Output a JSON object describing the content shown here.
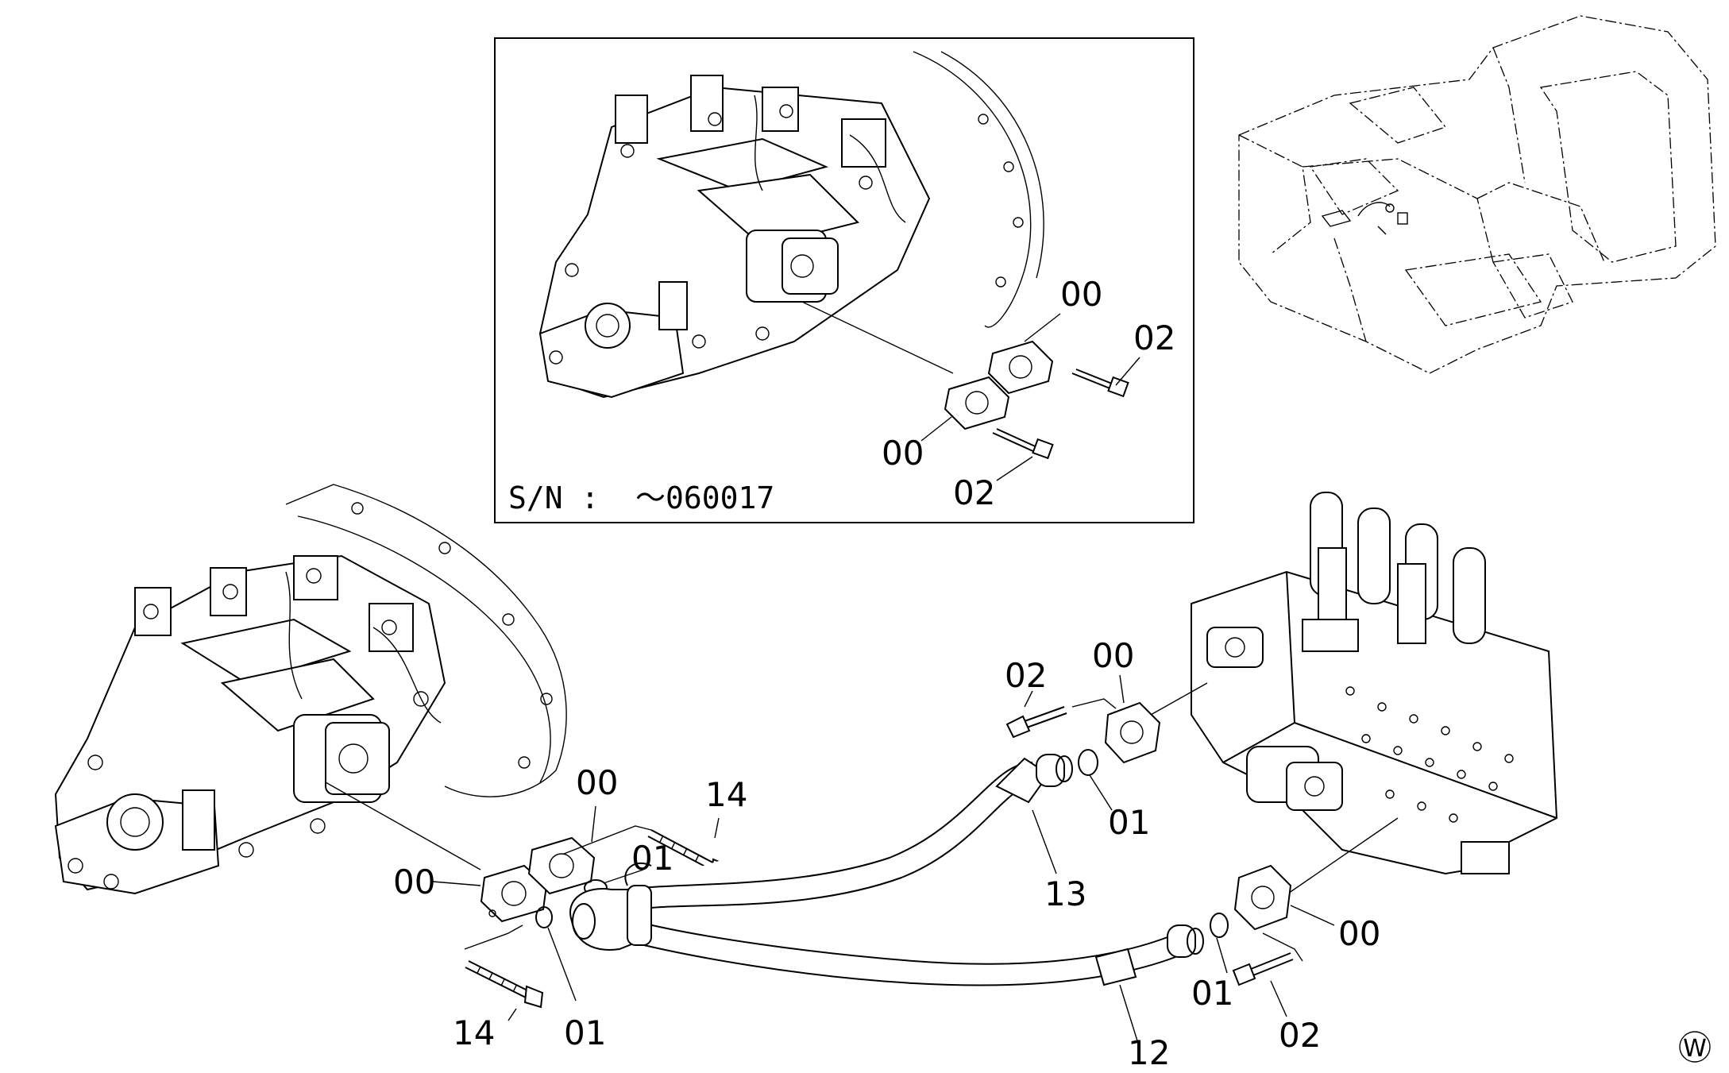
{
  "inset": {
    "serial_label": "S/N :",
    "serial_value": "～060017",
    "callouts": [
      "00",
      "02",
      "00",
      "02"
    ]
  },
  "main": {
    "callouts": [
      "00",
      "00",
      "14",
      "01",
      "01",
      "14",
      "02",
      "00",
      "01",
      "13",
      "00",
      "01",
      "02",
      "12"
    ]
  },
  "corner_mark": "W"
}
